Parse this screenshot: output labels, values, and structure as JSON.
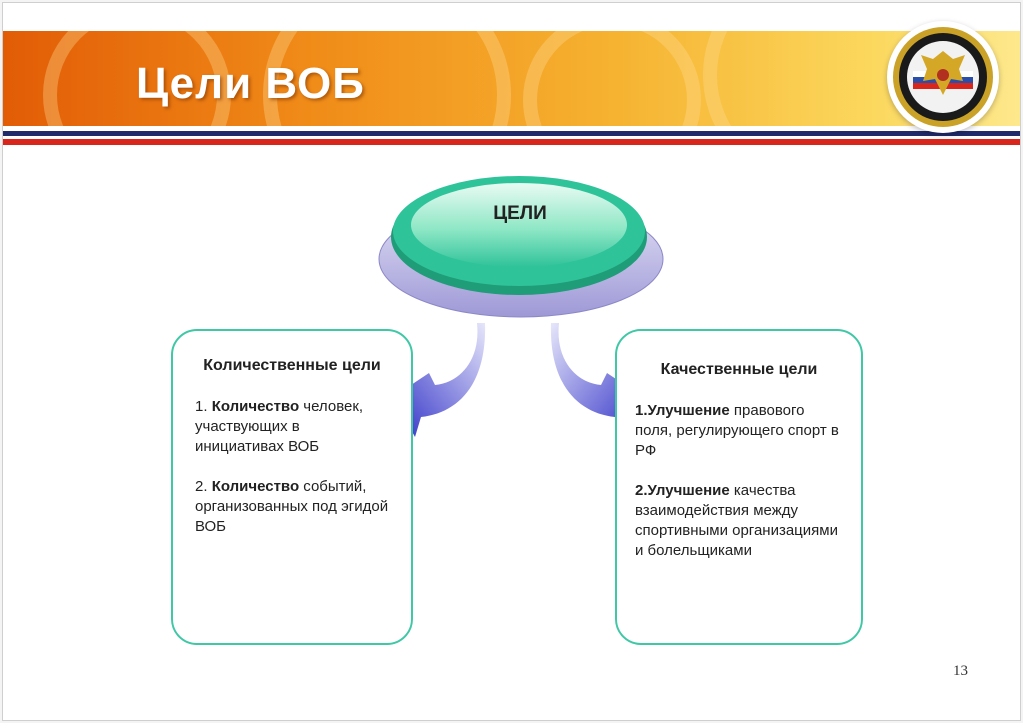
{
  "slide": {
    "title": "Цели ВОБ",
    "page_number": "13"
  },
  "center": {
    "label": "ЦЕЛИ"
  },
  "left_box": {
    "heading": "Количественные цели",
    "items": [
      {
        "prefix": "1. ",
        "bold": "Количество",
        "text": " человек, участвующих в инициативах ВОБ"
      },
      {
        "prefix": "2. ",
        "bold": "Количество",
        "text": " событий, организованных под эгидой ВОБ"
      }
    ]
  },
  "right_box": {
    "heading": "Качественные цели",
    "items": [
      {
        "prefix": "",
        "bold": "1.Улучшение",
        "text": " правового поля, регулирующего спорт в РФ"
      },
      {
        "prefix": "",
        "bold": "2.Улучшение",
        "text": " качества взаимодействия между спортивными организациями и болельщиками"
      }
    ]
  },
  "colors": {
    "banner_orange": "#e25c06",
    "banner_yellow": "#fbd75c",
    "stripe_navy": "#1f2a6b",
    "stripe_red": "#d8261c",
    "ellipse_green": "#2fc39a",
    "ellipse_lilac": "#b9b5e8",
    "box_border": "#3fc7a6",
    "arrow_blue": "#3333cc"
  },
  "icons": {
    "emblem": "double-headed-eagle-emblem-icon",
    "left_arrow": "curved-arrow-left-icon",
    "right_arrow": "curved-arrow-right-icon"
  }
}
